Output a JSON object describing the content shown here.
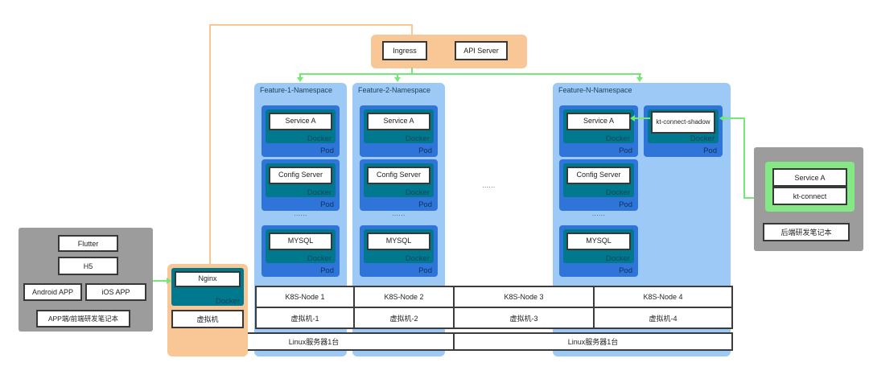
{
  "colors": {
    "orange": "#f8c795",
    "green": "#74e874",
    "green_fill": "#84e884",
    "namespace_blue": "#9dc9f7",
    "pod_blue": "#2e74d9",
    "docker_teal": "#00798f",
    "gray": "#9c9c9c"
  },
  "gateway": {
    "ingress": "Ingress",
    "api_server": "API Server"
  },
  "pod_labels": {
    "docker": "Docker",
    "pod": "Pod"
  },
  "namespaces": [
    {
      "label": "Feature-1-Namespace",
      "pods": [
        {
          "app": "Service A"
        },
        {
          "app": "Config Server"
        },
        {
          "app": "MYSQL"
        }
      ],
      "dots": "......"
    },
    {
      "label": "Feature-2-Namespace",
      "pods": [
        {
          "app": "Service A"
        },
        {
          "app": "Config Server"
        },
        {
          "app": "MYSQL"
        }
      ],
      "dots": "......"
    },
    {
      "label": "Feature-N-Namespace",
      "pods": [
        {
          "app": "Service A"
        },
        {
          "app": "Config Server"
        },
        {
          "app": "MYSQL"
        }
      ],
      "shadow": {
        "app": "kt-connect-shadow"
      },
      "dots": "......"
    }
  ],
  "middle_dots": "......",
  "cluster": {
    "nodes": [
      "K8S-Node 1",
      "K8S-Node 2",
      "K8S-Node 3",
      "K8S-Node 4"
    ],
    "vms": [
      "虚拟机-1",
      "虚拟机-2",
      "虚拟机-3",
      "虚拟机-4"
    ],
    "servers": [
      "Linux服务器1台",
      "Linux服务器1台"
    ]
  },
  "edge": {
    "nginx": "Nginx",
    "vm": "虚拟机"
  },
  "frontend": {
    "items": [
      "Flutter",
      "H5",
      "Android APP",
      "iOS APP"
    ],
    "caption": "APP端/前端研发笔记本"
  },
  "backend": {
    "service": "Service A",
    "tool": "kt-connect",
    "caption": "后端研发笔记本"
  }
}
